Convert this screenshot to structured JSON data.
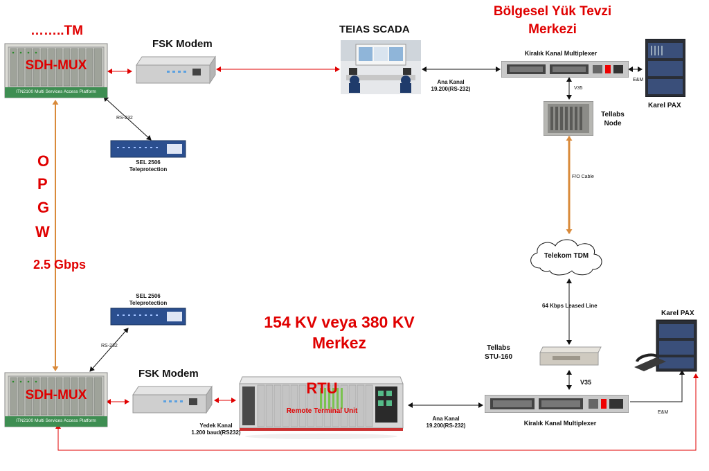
{
  "titles": {
    "tm": "……..TM",
    "bolgesel_line1": "Bölgesel Yük Tevzi",
    "bolgesel_line2": "Merkezi",
    "center_line1": "154 KV veya 380 KV",
    "center_line2": "Merkez",
    "teias": "TEIAS SCADA"
  },
  "opgw": {
    "letters": [
      "O",
      "P",
      "G",
      "W"
    ],
    "speed": "2.5 Gbps"
  },
  "devices": {
    "sdh_top": {
      "label": "SDH-MUX",
      "plate": "ITN2100 Multi Services Access Platform"
    },
    "sdh_bottom": {
      "label": "SDH-MUX",
      "plate": "ITN2100 Multi Services Access Platform"
    },
    "fsk_top": "FSK Modem",
    "fsk_bottom": "FSK Modem",
    "sel_top_line1": "SEL 2506",
    "sel_top_line2": "Teleprotection",
    "sel_bottom_line1": "SEL 2506",
    "sel_bottom_line2": "Teleprotection",
    "rtu": "RTU",
    "rtu_sub": "Remote Terminal Unit",
    "mux_top": "Kiralık Kanal Multiplexer",
    "mux_bottom": "Kiralık Kanal Multiplexer",
    "karel_top": "Karel PAX",
    "karel_bottom": "Karel PAX",
    "tellabs_node_line1": "Tellabs",
    "tellabs_node_line2": "Node",
    "telekom": "Telekom TDM",
    "stu_line1": "Tellabs",
    "stu_line2": "STU-160"
  },
  "links": {
    "rs232_top": "RS-232",
    "rs232_bottom": "RS-232",
    "ana_kanal_top_line1": "Ana Kanal",
    "ana_kanal_top_line2": "19.200(RS-232)",
    "ana_kanal_bottom_line1": "Ana Kanal",
    "ana_kanal_bottom_line2": "19.200(RS-232)",
    "yedek_line1": "Yedek Kanal",
    "yedek_line2": "1.200 baud(RS232)",
    "v35_top": "V35",
    "v35_bottom": "V35",
    "fo_cable": "F/O Cable",
    "leased": "64 Kbps Leased Line",
    "em_top": "E&M",
    "em_bottom": "E&M"
  },
  "colors": {
    "red": "#e00000",
    "orange": "#d98a3a",
    "dark": "#111111"
  }
}
